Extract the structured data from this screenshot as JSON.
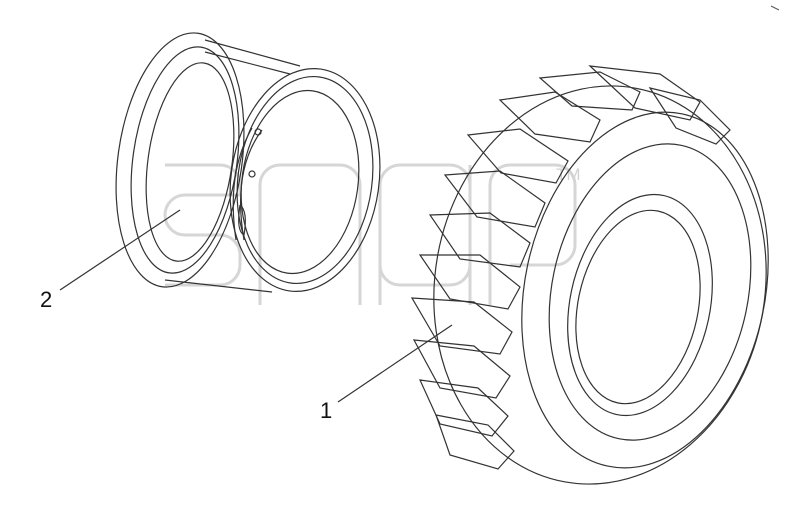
{
  "callouts": [
    {
      "id": "1",
      "label": "1",
      "part": "tire"
    },
    {
      "id": "2",
      "label": "2",
      "part": "wheel-rim"
    }
  ],
  "watermark": {
    "trademark": "TM"
  },
  "colors": {
    "line": "#333333",
    "watermark": "#d4d4d4",
    "background": "#ffffff"
  }
}
